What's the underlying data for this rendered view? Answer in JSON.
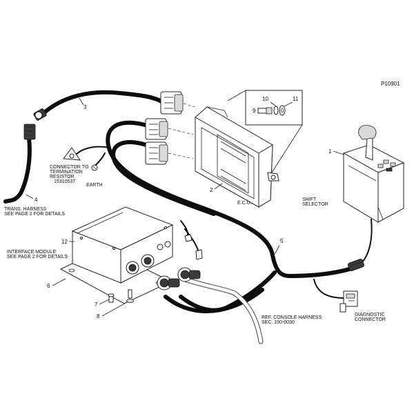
{
  "figure_id": "P10901",
  "labels": {
    "connector": [
      "CONNECTOR TO",
      "TERMINATION",
      "RESISTOR",
      "15310537"
    ],
    "earth": "EARTH",
    "trans": [
      "TRANS. HARNESS",
      "SEE PAGE 2 FOR DETAILS"
    ],
    "ecu": "E.C.U.",
    "shift": [
      "SHIFT",
      "SELECTOR"
    ],
    "interface": [
      "INTERFACE MODULE",
      "SEE PAGE 2 FOR DETAILS"
    ],
    "console": [
      "REF. CONSOLE HARNESS",
      "SEC. 190-0030"
    ],
    "diagnostic": [
      "DIAGNOSTIC",
      "CONNECTOR"
    ]
  },
  "callouts": {
    "c1": "1",
    "c2": "2",
    "c3": "3",
    "c4": "4",
    "c5": "5",
    "c6": "6",
    "c7": "7",
    "c8": "8",
    "c9": "9",
    "c10": "10",
    "c11": "11",
    "c12": "12"
  }
}
